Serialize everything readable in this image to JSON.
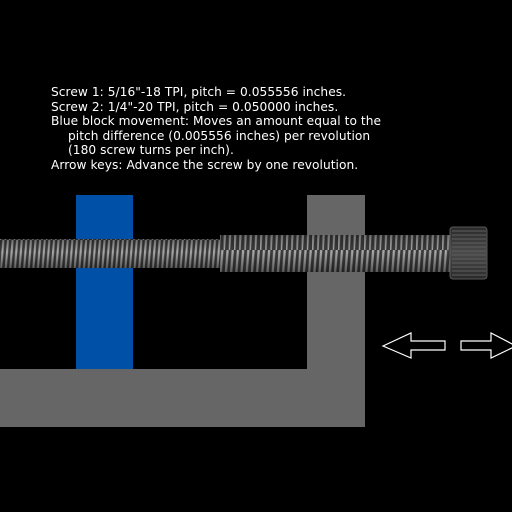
{
  "info": {
    "screw1": "Screw 1: 5/16\"-18 TPI, pitch = 0.055556 inches.",
    "screw2": "Screw 2: 1/4\"-20 TPI, pitch = 0.050000 inches.",
    "blue_block_line1": "Blue block movement: Moves an amount equal to the",
    "blue_block_line2": "pitch difference (0.005556 inches) per revolution",
    "blue_block_line3": "(180 screw turns per inch).",
    "arrow_keys": "Arrow keys: Advance the screw by one revolution."
  },
  "colors": {
    "background": "#000000",
    "text": "#ffffff",
    "frame": "#666666",
    "blue_block": "#0050a8",
    "thread_light": "#9a9a9a",
    "thread_dark": "#3c3c3c",
    "arrow_fill": "#000000",
    "arrow_stroke": "#ffffff"
  },
  "icons": {
    "left_arrow": "arrow-left-icon",
    "right_arrow": "arrow-right-icon",
    "screw_head": "hex-socket-screw-head"
  }
}
